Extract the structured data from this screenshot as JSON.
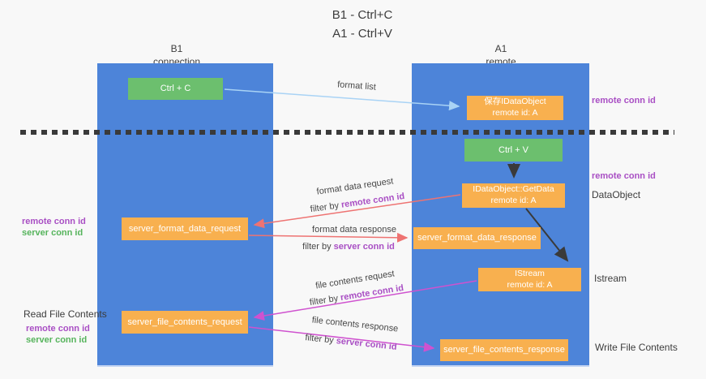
{
  "title": {
    "line1": "B1 - Ctrl+C",
    "line2": "A1 - Ctrl+V"
  },
  "lanes": {
    "left": {
      "title": "B1",
      "subtitle": "connection"
    },
    "right": {
      "title": "A1",
      "subtitle": "remote"
    }
  },
  "nodes": {
    "ctrl_c": {
      "label": "Ctrl + C"
    },
    "save_idataobject": {
      "line1": "保存IDataObject",
      "line2": "remote id: A"
    },
    "ctrl_v": {
      "label": "Ctrl + V"
    },
    "idataobject_getdata": {
      "line1": "IDataObject::GetData",
      "line2": "remote id: A"
    },
    "server_format_data_request": {
      "label": "server_format_data_request"
    },
    "server_format_data_response": {
      "label": "server_format_data_response"
    },
    "istream": {
      "line1": "IStream",
      "line2": "remote id: A"
    },
    "server_file_contents_request": {
      "label": "server_file_contents_request"
    },
    "server_file_contents_response": {
      "label": "server_file_contents_response"
    }
  },
  "edges": {
    "format_list": {
      "label": "format list"
    },
    "format_data_request": {
      "label": "format data request",
      "filter_prefix": "filter by ",
      "filter_key": "remote conn id"
    },
    "format_data_response": {
      "label": "format data response",
      "filter_prefix": "filter by ",
      "filter_key": "server conn id"
    },
    "file_contents_request": {
      "label": "file contents request",
      "filter_prefix": "filter by ",
      "filter_key": "remote conn id"
    },
    "file_contents_response": {
      "label": "file contents response",
      "filter_prefix": "filter by ",
      "filter_key": "server conn id"
    }
  },
  "annotations": {
    "right_top_remote_conn_id": "remote conn id",
    "right_mid_remote_conn_id": "remote conn id",
    "right_dataobject": "DataObject",
    "right_istream": "Istream",
    "right_write_file_contents": "Write File Contents",
    "left_remote_conn_id_format": "remote conn id",
    "left_server_conn_id_format": "server conn id",
    "left_read_file_contents": "Read File Contents",
    "left_remote_conn_id_file": "remote conn id",
    "left_server_conn_id_file": "server conn id"
  },
  "colors": {
    "lane_blue": "#4d84d9",
    "node_green": "#6cbf6e",
    "node_orange": "#f8b04f",
    "remote_conn_purple": "#a94fc4",
    "server_conn_green": "#56b45c",
    "format_arrow_red": "#ee7372",
    "file_arrow_magenta": "#cf52cf",
    "format_list_arrow_blue": "#a9d3f5",
    "dark_arrow": "#3a3a3a"
  }
}
